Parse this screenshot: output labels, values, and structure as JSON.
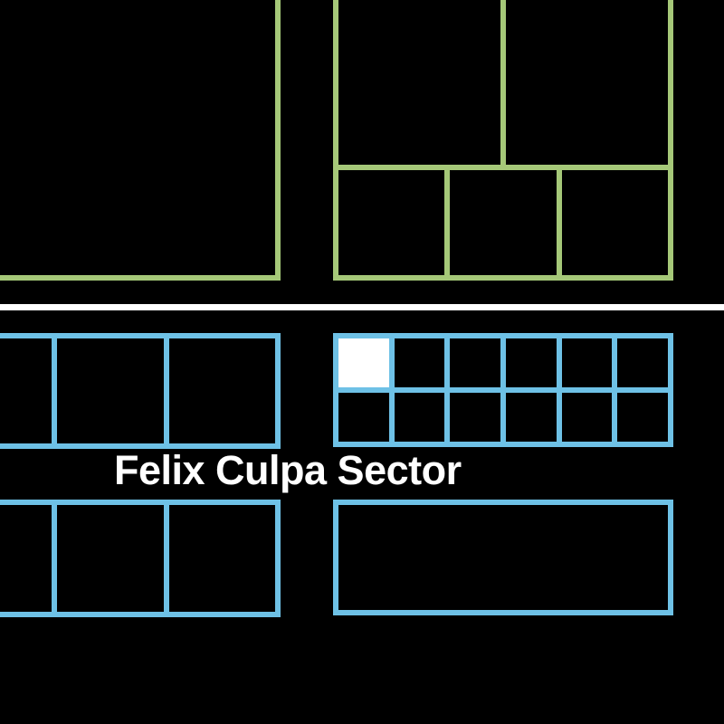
{
  "scene": {
    "background": "#000000",
    "palette": {
      "green": "#a5c878",
      "blue": "#6ec1e6",
      "white": "#ffffff",
      "highlight": "#ffffff"
    },
    "label": {
      "text": "Felix Culpa Sector",
      "color": "#ffffff"
    },
    "panels": {
      "green_top_left": {
        "style": "outline",
        "cells": 1
      },
      "green_top_right": {
        "style": "frame",
        "top_row_cells": 2,
        "bottom_row_cells": 3
      },
      "blue_mid_left": {
        "style": "strip",
        "cells": 3
      },
      "blue_mid_right": {
        "style": "tile-grid",
        "rows": 2,
        "cols": 6,
        "highlighted_tile_index": 0
      },
      "blue_bottom_left": {
        "style": "strip",
        "cells": 3
      },
      "blue_bottom_right": {
        "style": "outline",
        "cells": 1
      }
    },
    "separator": {
      "color": "#ffffff"
    }
  }
}
